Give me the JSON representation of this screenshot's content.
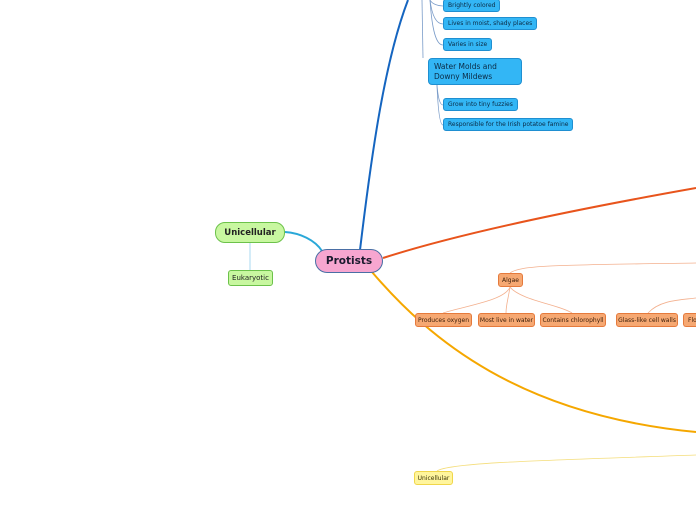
{
  "map": {
    "central_topic": "Protists",
    "unicellular_branch": {
      "label": "Unicellular",
      "child": "Eukaryotic"
    },
    "blue_branch": {
      "top_items": [
        "Brightly colored",
        "Lives in moist, shady places",
        "Varies in size"
      ],
      "water_molds": {
        "label": "Water Molds and Downy Mildews",
        "items": [
          "Grow into tiny fuzzies",
          "Responsible for the Irish potatoe famine"
        ]
      }
    },
    "orange_branch": {
      "algae": {
        "label": "Algae",
        "items": [
          "Produces oxygen",
          "Most live in water",
          "Contains chlorophyll"
        ]
      },
      "sibling_items": [
        "Glass-like cell walls",
        "Flo"
      ]
    },
    "yellow_branch": {
      "items": [
        "Unicellular"
      ]
    }
  },
  "colors": {
    "central_fill": "#f7a6d0",
    "green_fill": "#c8f7a0",
    "blue_fill": "#33b6f5",
    "orange_fill": "#f6a872",
    "yellow_fill": "#fff59d",
    "blue_line": "#1565c0",
    "orange_line": "#e8541c",
    "yellow_line": "#f5a700",
    "cyan_line": "#2aa8d8"
  }
}
